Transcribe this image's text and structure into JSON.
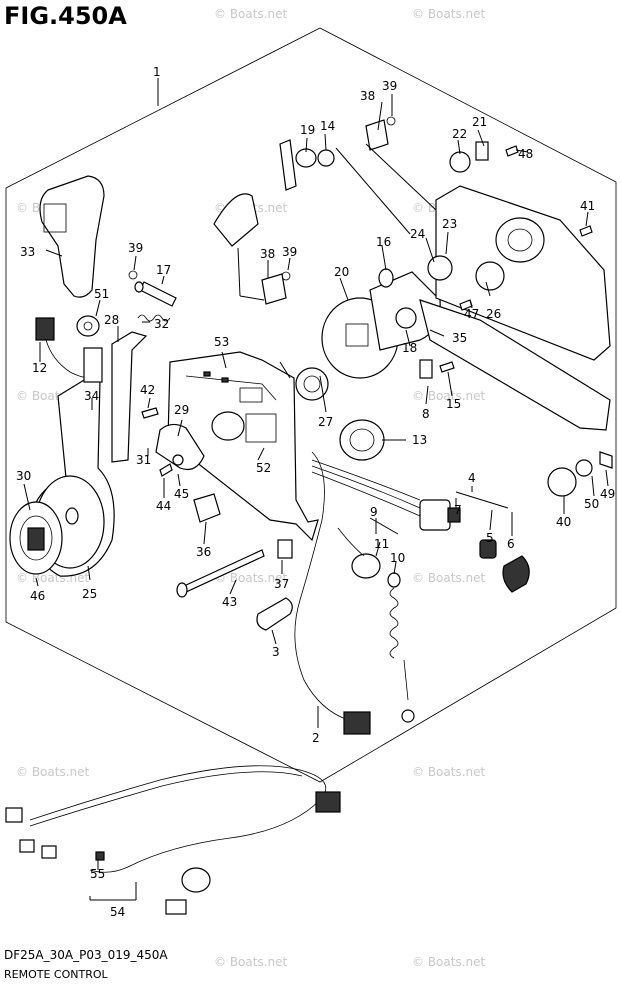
{
  "figure": {
    "title": "FIG.450A",
    "code": "DF25A_30A_P03_019_450A",
    "name": "REMOTE CONTROL"
  },
  "watermark": "© Boats.net",
  "callouts": [
    "1",
    "2",
    "3",
    "4",
    "5",
    "6",
    "7",
    "8",
    "9",
    "10",
    "11",
    "12",
    "13",
    "14",
    "15",
    "16",
    "17",
    "18",
    "19",
    "20",
    "21",
    "22",
    "23",
    "24",
    "25",
    "26",
    "27",
    "28",
    "29",
    "30",
    "31",
    "32",
    "33",
    "34",
    "35",
    "36",
    "37",
    "38",
    "39",
    "39",
    "39",
    "40",
    "41",
    "42",
    "43",
    "44",
    "45",
    "46",
    "47",
    "48",
    "49",
    "50",
    "51",
    "52",
    "53",
    "54",
    "55"
  ]
}
